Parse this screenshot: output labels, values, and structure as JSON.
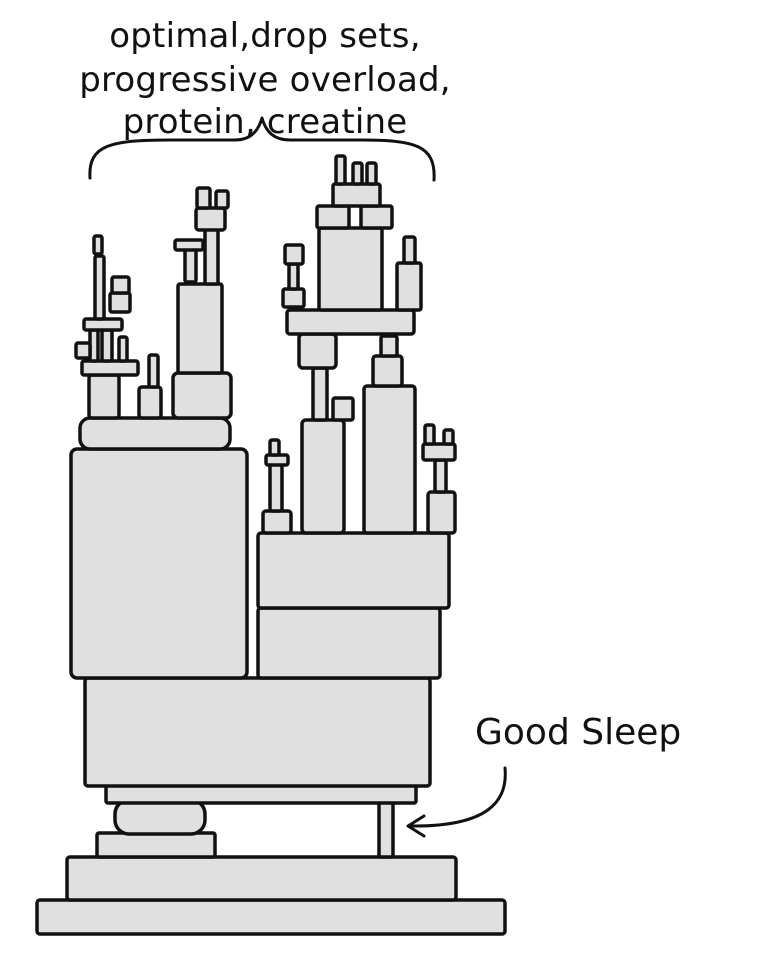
{
  "top_label": {
    "line1": "optimal,drop sets,",
    "line2": "progressive overload,",
    "line3": "protein, creatine"
  },
  "side_label": {
    "text": "Good Sleep"
  },
  "colors": {
    "block_fill": "#e0e0e0",
    "ink": "#111111",
    "background": "#ffffff"
  }
}
